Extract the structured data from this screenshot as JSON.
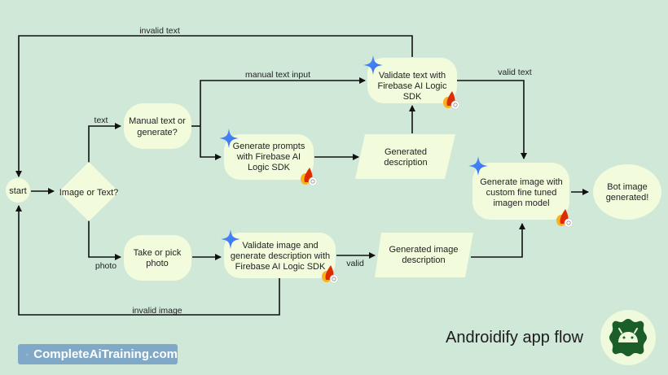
{
  "title": "Androidify app flow",
  "watermark": {
    "label": "CompleteAiTraining.com",
    "icon": "sparkle-logo-icon"
  },
  "colors": {
    "background": "#cfe8d8",
    "node_fill": "#f2fcdc",
    "edge": "#111111",
    "android_badge": "#1b5e2a",
    "watermark_bg": "#7fa9c6"
  },
  "nodes": {
    "start": {
      "lines": [
        "start"
      ],
      "shape": "circle"
    },
    "image_or_text": {
      "lines": [
        "Image or Text?"
      ],
      "shape": "diamond"
    },
    "manual_or_generate": {
      "lines": [
        "Manual text or",
        "generate?"
      ],
      "shape": "rounded-rect"
    },
    "generate_prompts": {
      "lines": [
        "Generate prompts",
        "with Firebase AI",
        "Logic SDK"
      ],
      "shape": "rounded-rect",
      "icons": [
        "gemini-sparkle-icon",
        "firebase-icon"
      ]
    },
    "validate_text": {
      "lines": [
        "Validate text with",
        "Firebase AI Logic",
        "SDK"
      ],
      "shape": "rounded-rect",
      "icons": [
        "gemini-sparkle-icon",
        "firebase-icon"
      ]
    },
    "generated_description": {
      "lines": [
        "Generated",
        "description"
      ],
      "shape": "parallelogram"
    },
    "take_or_pick_photo": {
      "lines": [
        "Take or pick",
        "photo"
      ],
      "shape": "rounded-rect"
    },
    "validate_image": {
      "lines": [
        "Validate image and",
        "generate description with",
        "Firebase AI Logic SDK"
      ],
      "shape": "rounded-rect",
      "icons": [
        "gemini-sparkle-icon",
        "firebase-icon"
      ]
    },
    "generated_image_description": {
      "lines": [
        "Generated image",
        "description"
      ],
      "shape": "parallelogram"
    },
    "generate_image": {
      "lines": [
        "Generate image with",
        "custom fine tuned",
        "imagen model"
      ],
      "shape": "rounded-rect",
      "icons": [
        "gemini-sparkle-icon",
        "firebase-icon"
      ]
    },
    "bot_generated": {
      "lines": [
        "Bot image",
        "generated!"
      ],
      "shape": "ellipse"
    }
  },
  "edge_labels": {
    "invalid_text": "invalid text",
    "manual_text_input": "manual text input",
    "text": "text",
    "photo": "photo",
    "valid_text": "valid text",
    "valid": "valid",
    "invalid_image": "invalid image"
  }
}
